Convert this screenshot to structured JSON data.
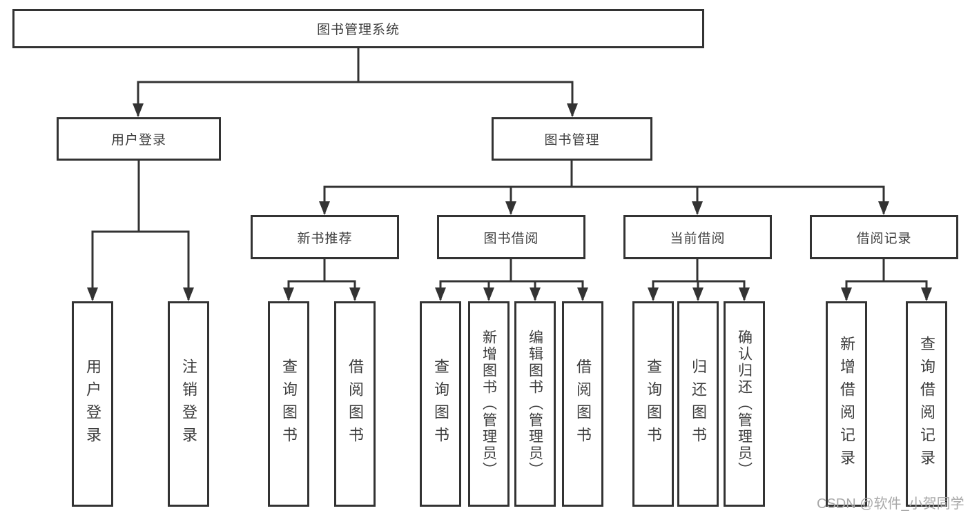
{
  "tree": {
    "root": {
      "label": "图书管理系统"
    },
    "branches": [
      {
        "label": "用户登录",
        "children": [
          "用户登录",
          "注销登录"
        ]
      },
      {
        "label": "图书管理",
        "sections": [
          {
            "label": "新书推荐",
            "children": [
              "查询图书",
              "借阅图书"
            ]
          },
          {
            "label": "图书借阅",
            "children": [
              "查询图书",
              "新增图书（管理员）",
              "编辑图书（管理员）",
              "借阅图书"
            ]
          },
          {
            "label": "当前借阅",
            "children": [
              "查询图书",
              "归还图书",
              "确认归还（管理员）"
            ]
          },
          {
            "label": "借阅记录",
            "children": [
              "新增借阅记录",
              "查询借阅记录"
            ]
          }
        ]
      }
    ]
  },
  "watermark": {
    "text": "CSDN @软件_小贺同学"
  },
  "colors": {
    "line": "#333333",
    "text": "#3d3d3d",
    "watermark": "#a8a8a8",
    "background": "#ffffff"
  }
}
